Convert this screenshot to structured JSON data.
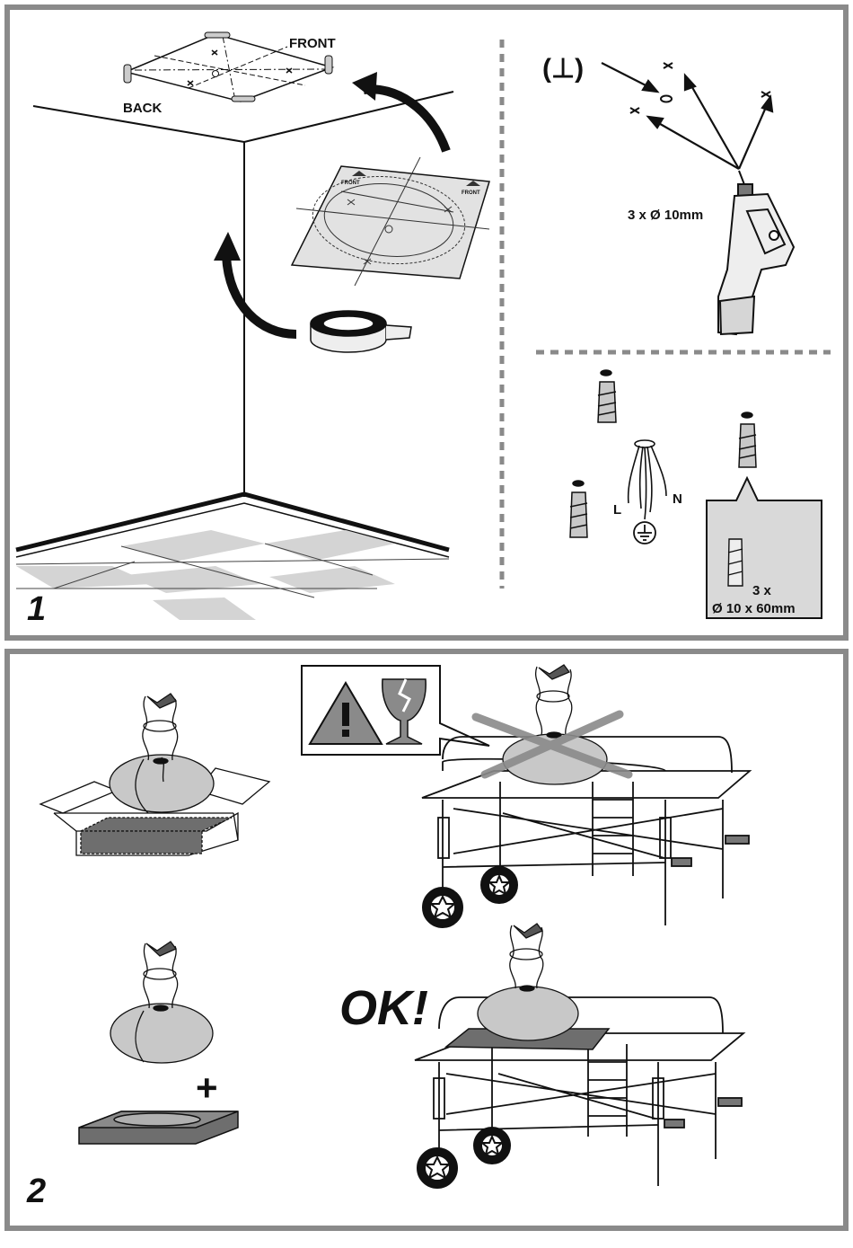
{
  "panel1": {
    "step_number": "1",
    "template": {
      "front_label": "FRONT",
      "back_label": "BACK"
    },
    "paper_template": {
      "front_left": "FRONT",
      "front_right": "FRONT"
    },
    "drill": {
      "symbol": "(⊥)",
      "spec": "3 x Ø 10mm"
    },
    "wiring": {
      "live_label": "L",
      "neutral_label": "N"
    },
    "plugs_box": {
      "count": "3 x",
      "spec": "Ø 10 x 60mm"
    }
  },
  "panel2": {
    "step_number": "2",
    "ok_label": "OK!",
    "plus_symbol": "+"
  },
  "colors": {
    "frame": "#8a8a8a",
    "dashed_divider": "#8a8a8a",
    "hood_fill": "#c8c8c8",
    "base_fill": "#6e6e6e",
    "box_fill": "#d9d9d9"
  }
}
